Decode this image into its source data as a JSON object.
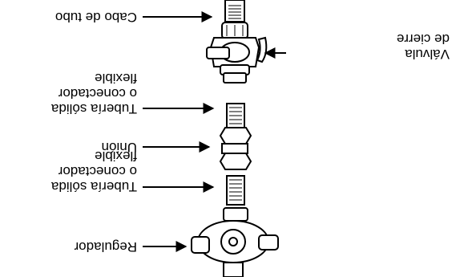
{
  "labels": {
    "regulador": "Regulador",
    "tuberia_1": "Tubería sólida\no conectador\nflexible",
    "union": "Unión",
    "tuberia_2": "Tubería sólida\no conectador\nflexible",
    "valvula": "Válvula\nde cierre",
    "cabo": "Cabo de tubo"
  }
}
